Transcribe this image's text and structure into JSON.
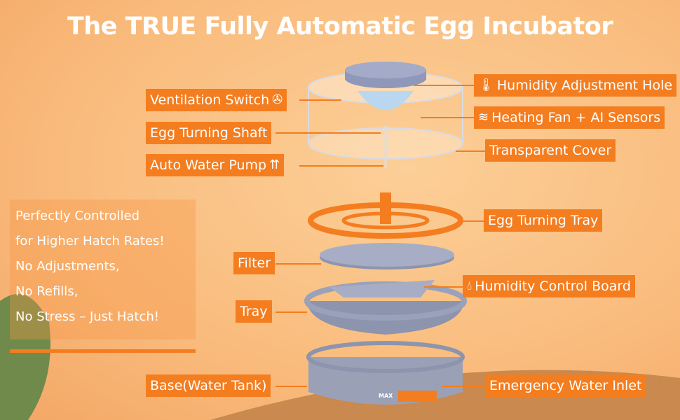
{
  "title": "The TRUE Fully Automatic Egg Incubator",
  "labels": {
    "ventilation_switch": "Ventilation Switch",
    "egg_turning_shaft": "Egg Turning Shaft",
    "auto_water_pump": "Auto Water Pump",
    "humidity_adjustment_hole": "Humidity Adjustment Hole",
    "heating_fan": "Heating Fan + AI Sensors",
    "transparent_cover": "Transparent Cover",
    "egg_turning_tray": "Egg Turning Tray",
    "filter": "Filter",
    "humidity_control_board": "Humidity Control Board",
    "tray": "Tray",
    "base": "Base(Water Tank)",
    "emergency_water_inlet": "Emergency Water Inlet"
  },
  "panel": {
    "line1": "Perfectly Controlled",
    "line2": "for Higher Hatch Rates!",
    "line3": "No Adjustments,",
    "line4": "No Refills,",
    "line5": "No Stress – Just Hatch!"
  },
  "base_mark": "MAX",
  "colors": {
    "accent": "#f47d1f",
    "background": "#f9bb7c"
  }
}
